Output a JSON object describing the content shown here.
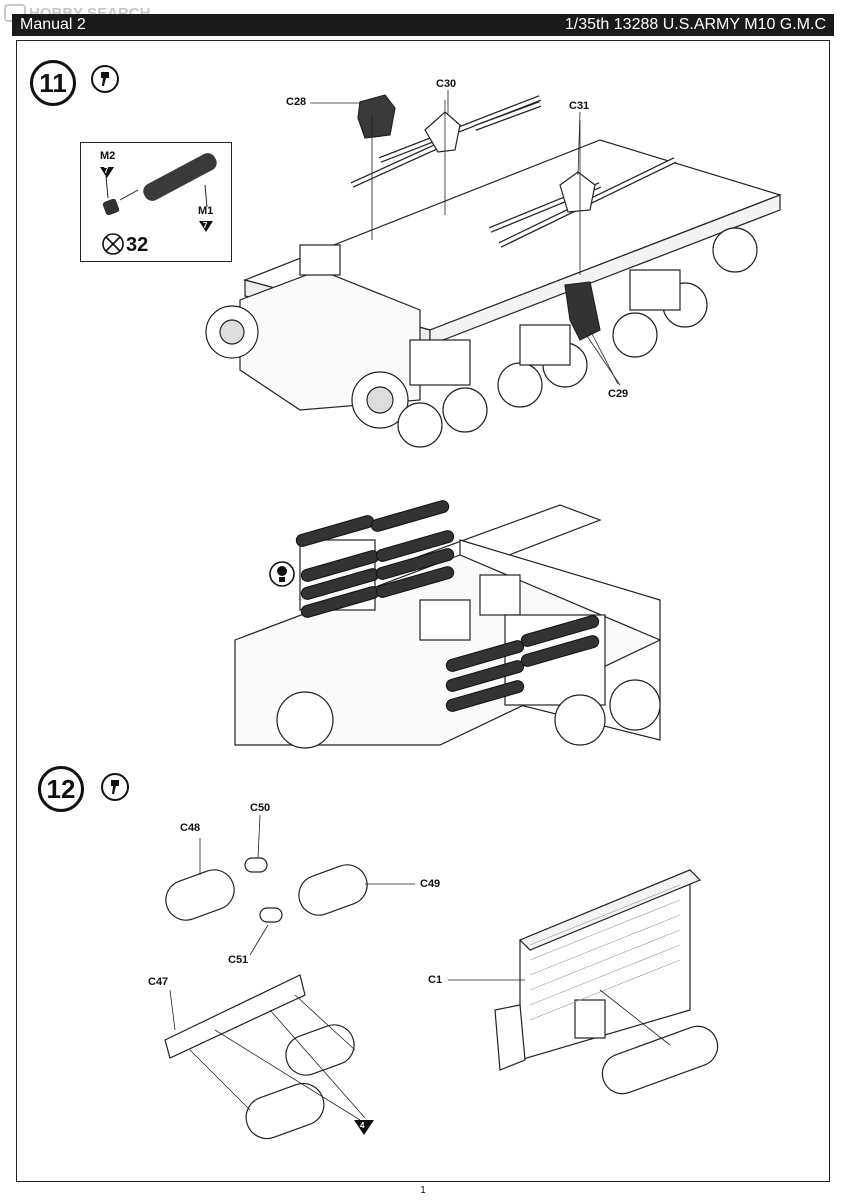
{
  "watermark": "HOBBY SEARCH",
  "header": {
    "manual": "Manual 2",
    "model": "1/35th 13288 U.S.ARMY M10 G.M.C"
  },
  "steps": [
    {
      "number": "11"
    },
    {
      "number": "12"
    }
  ],
  "step11": {
    "inset": {
      "m2": "M2",
      "m2_count": "7",
      "m1": "M1",
      "m1_count": "7",
      "count_label": "32"
    },
    "parts": {
      "c28": "C28",
      "c30": "C30",
      "c31": "C31",
      "c29": "C29"
    }
  },
  "step12": {
    "parts": {
      "c48": "C48",
      "c50": "C50",
      "c49": "C49",
      "c51": "C51",
      "c47": "C47",
      "c1": "C1"
    },
    "marker": "4"
  },
  "icons": [
    "glue-icon",
    "tip-bulb-icon",
    "no-cut-icon"
  ],
  "page_number": "1"
}
